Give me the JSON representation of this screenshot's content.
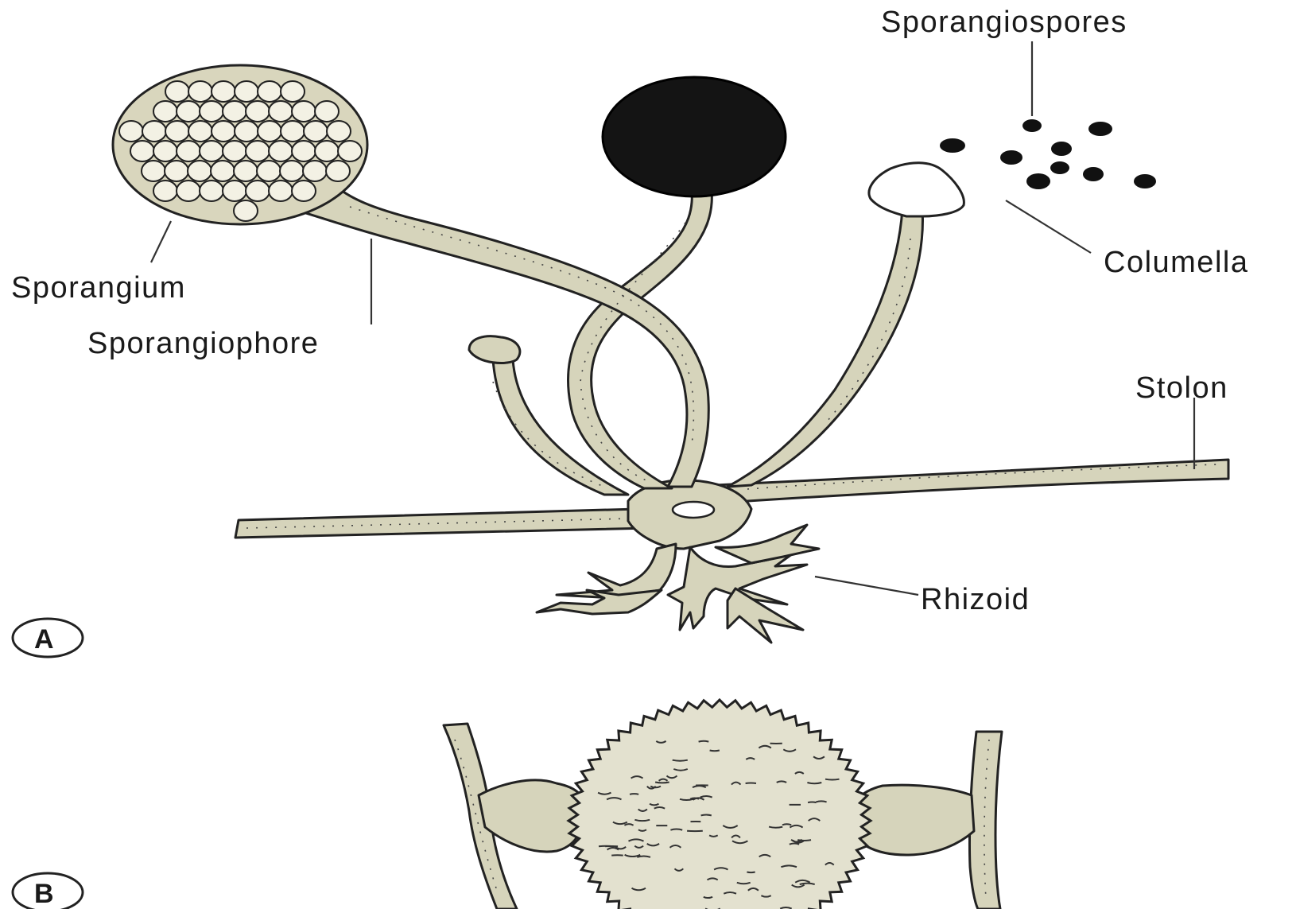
{
  "labels": {
    "sporangiospores": "Sporangiospores",
    "sporangium": "Sporangium",
    "sporangiophore": "Sporangiophore",
    "columella": "Columella",
    "stolon": "Stolon",
    "rhizoid": "Rhizoid"
  },
  "panels": {
    "a": "A",
    "b": "B"
  },
  "colors": {
    "hypha_fill": "#d6d4bb",
    "outline": "#222222",
    "sporangium_mature": "#141414",
    "zygospore_fill": "#e3e1cf"
  }
}
